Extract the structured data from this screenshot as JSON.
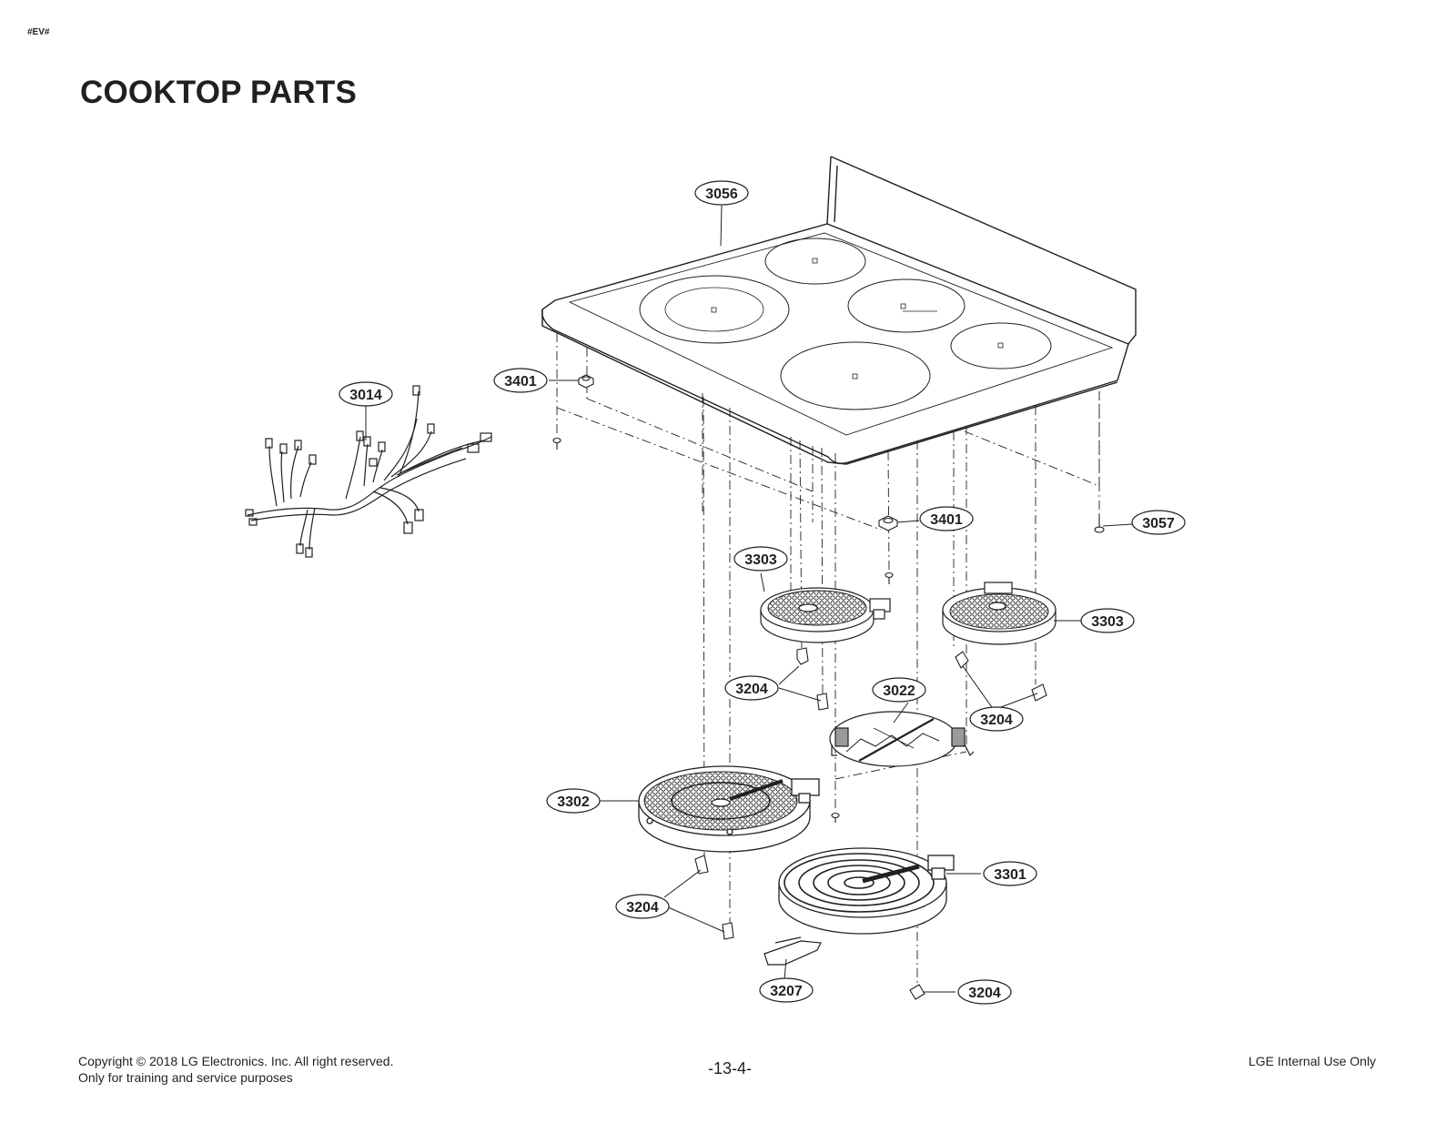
{
  "doc_tag": "#EV#",
  "title": "COOKTOP PARTS",
  "footer": {
    "copyright": "Copyright © 2018 LG Electronics. Inc. All right reserved.",
    "purpose": "Only for training and service purposes",
    "page_number": "-13-4-",
    "classification": "LGE Internal Use Only"
  },
  "callouts": {
    "cooktop": "3056",
    "wire_harness": "3014",
    "screw_left": "3401",
    "screw_center": "3401",
    "screw_right": "3057",
    "element_left_small": "3303",
    "element_right_small": "3303",
    "bracket_center": "3022",
    "clip_a": "3204",
    "clip_b": "3204",
    "clip_c": "3204",
    "clip_d": "3204",
    "element_dual": "3302",
    "element_large": "3301",
    "bracket_bottom": "3207"
  }
}
